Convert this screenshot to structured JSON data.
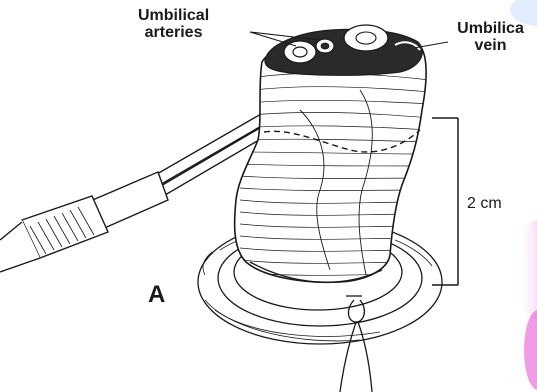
{
  "figure": {
    "labels": {
      "arteries_line1": "Umbilical",
      "arteries_line2": "arteries",
      "vein_line1": "Umbilica",
      "vein_line2": "vein",
      "measurement": "2 cm",
      "panel": "A"
    },
    "colors": {
      "ink": "#1a1a1a",
      "background": "#ffffff",
      "accent_corner": "#e64ad6"
    }
  }
}
